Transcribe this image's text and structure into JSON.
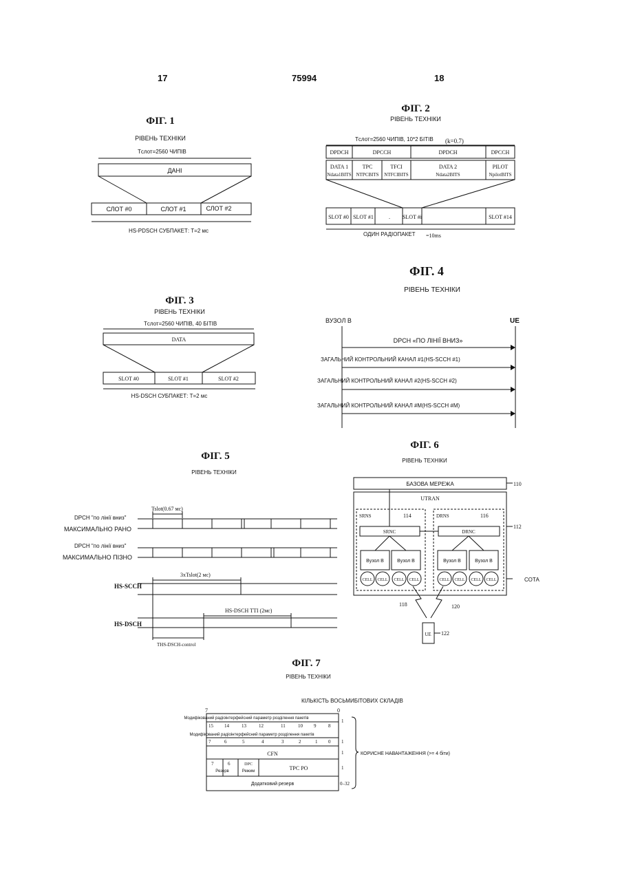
{
  "header": {
    "left_page": "17",
    "doc_number": "75994",
    "right_page": "18"
  },
  "fig1": {
    "title": "ФІГ. 1",
    "subtitle": "РІВЕНЬ ТЕХНІКИ",
    "slot_len": "Tслот=2560 ЧИПІВ",
    "data": "ДАНІ",
    "slots": [
      "СЛОТ #0",
      "СЛОТ #1",
      "СЛОТ #2"
    ],
    "caption": "HS-PDSCH СУБПАКЕТ: T=2 мс"
  },
  "fig2": {
    "title": "ФІГ. 2",
    "subtitle": "РІВЕНЬ ТЕХНІКИ",
    "slot_len": "Tслот=2560 ЧИПІВ, 10*2 БІТІВ",
    "k_note": "(k=0.7)",
    "channels": [
      "DPDCH",
      "DPCCH",
      "DPDCH",
      "DPCCH"
    ],
    "fields": [
      {
        "name": "DATA 1",
        "bits": "Ndata1BITS"
      },
      {
        "name": "TPC",
        "bits": "NTPCBITS"
      },
      {
        "name": "TFCI",
        "bits": "NTFCIBITS"
      },
      {
        "name": "DATA 2",
        "bits": "Ndata2BITS"
      },
      {
        "name": "PILOT",
        "bits": "NpilotBITS"
      }
    ],
    "slots": [
      "SLOT #0",
      "SLOT #1",
      ".",
      "SLOT #i",
      "SLOT #14"
    ],
    "caption": "ОДИН РАДІОПАКЕТ",
    "frame_len": "=10ms"
  },
  "fig3": {
    "title": "ФІГ. 3",
    "subtitle": "РІВЕНЬ ТЕХНІКИ",
    "slot_len": "Tслот=2560 ЧИПІВ, 40 БІТІВ",
    "data": "DATA",
    "slots": [
      "SLOT #0",
      "SLOT #1",
      "SLOT #2"
    ],
    "caption": "HS-DSCH СУБПАКЕТ: T=2 мс"
  },
  "fig4": {
    "title": "ФІГ. 4",
    "subtitle": "РІВЕНЬ ТЕХНІКИ",
    "left_node": "ВУЗОЛ В",
    "right_node": "UE",
    "arrows": [
      "DPCH «ПО ЛІНІЇ ВНИЗ»",
      "ЗАГАЛЬНИЙ КОНТРОЛЬНИЙ КАНАЛ #1(HS-SCCH #1)",
      "ЗАГАЛЬНИЙ КОНТРОЛЬНИЙ КАНАЛ #2(HS-SCCH #2)",
      "ЗАГАЛЬНИЙ КОНТРОЛЬНИЙ КАНАЛ #M(HS-SCCH #M)"
    ]
  },
  "fig5": {
    "title": "ФІГ. 5",
    "subtitle": "РІВЕНЬ ТЕХНІКИ",
    "tslot": "Tslot(0.67 мс)",
    "rows": [
      {
        "label1": "DPCH \"по лінії вниз\"",
        "label2": "МАКСИМАЛЬНО РАНО"
      },
      {
        "label1": "DPCH \"по лінії вниз\"",
        "label2": "МАКСИМАЛЬНО ПІЗНО"
      },
      {
        "label1": "HS-SCCH",
        "label2": ""
      },
      {
        "label1": "HS-DSCH",
        "label2": ""
      }
    ],
    "scch_len": "3xTslot(2 мс)",
    "dsch_tti": "HS-DSCH TTI (2мс)",
    "offset": "THS-DSCH-control"
  },
  "fig6": {
    "title": "ФІГ. 6",
    "subtitle": "РІВЕНЬ ТЕХНІКИ",
    "core": "БАЗОВА МЕРЕЖА",
    "core_ref": "110",
    "utran": "UTRAN",
    "utran_ref": "112",
    "srns": "SRNS",
    "srns_ref": "114",
    "drns": "DRNS",
    "drns_ref": "116",
    "srnc": "SRNC",
    "drnc": "DRNC",
    "node_b": "Вузол В",
    "cell": "CELL",
    "cell_ref_a": "118",
    "cell_ref_b": "120",
    "sota": "СОТА",
    "ue": "UE",
    "ue_ref": "122"
  },
  "fig7": {
    "title": "ФІГ. 7",
    "subtitle": "РІВЕНЬ ТЕХНІКИ",
    "octets_label": "КІЛЬКІСТЬ ВОСЬМИБІТОВИХ СКЛАДІВ",
    "top_left": "7",
    "top_right": "0",
    "row1_label": "Модифікований радіоінтерфейсний параметр розділення пакетів",
    "row1_bits": [
      "15",
      "14",
      "13",
      "12",
      "11",
      "10",
      "9",
      "8"
    ],
    "row2_label": "Модифікований радіоінтерфейсний параметр розділення пакетів",
    "row2_bits": [
      "7",
      "6",
      "5",
      "4",
      "3",
      "2",
      "1",
      "0"
    ],
    "cfn": "CFN",
    "bit7": "7",
    "bit6": "6",
    "reserve": "Резерв",
    "dpc_top": "DPC",
    "dpc_bot": "Режим",
    "tpc_po": "TPC PO",
    "extra": "Додатковий резерв",
    "counts": [
      "1",
      "1",
      "1",
      "1",
      "0–32"
    ],
    "payload": "КОРИСНЕ НАВАНТАЖЕННЯ (>= 4 біти)"
  }
}
